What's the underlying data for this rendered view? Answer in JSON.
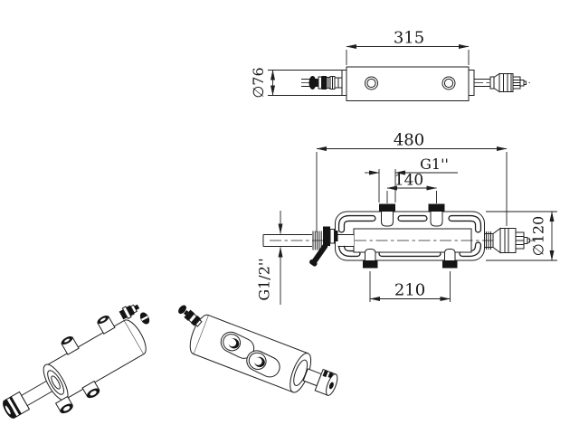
{
  "drawing": {
    "side_view": {
      "length": "315",
      "diameter": "∅76"
    },
    "front_view": {
      "overall_length": "480",
      "top_port_thread": "G1''",
      "top_port_spacing": "140",
      "bottom_port_spacing": "210",
      "shell_diameter": "∅120",
      "drain_thread": "G1/2''"
    }
  }
}
